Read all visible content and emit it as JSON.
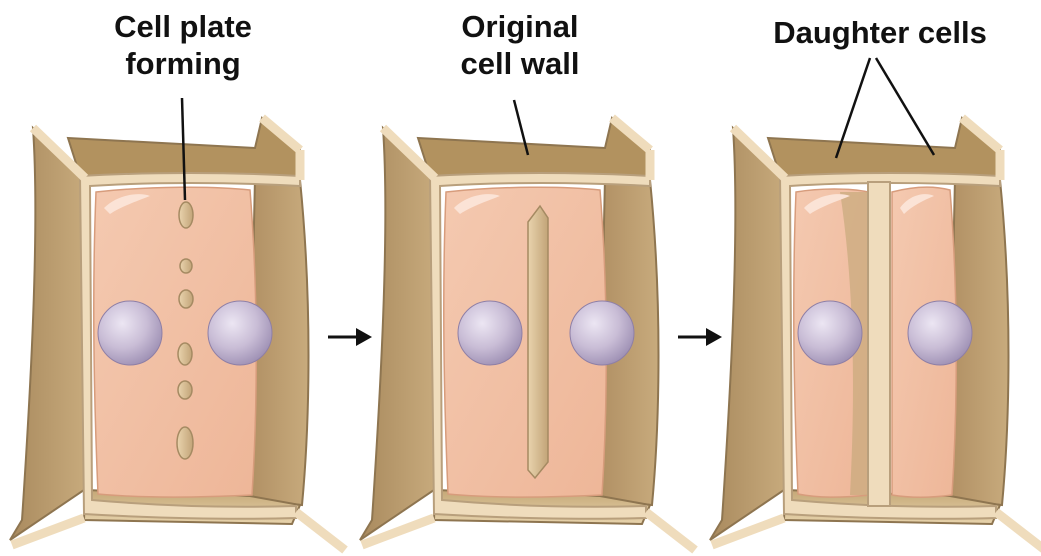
{
  "labels": {
    "cell_plate": {
      "line1": "Cell plate",
      "line2": "forming"
    },
    "original_wall": {
      "line1": "Original",
      "line2": "cell wall"
    },
    "daughter": {
      "line1": "Daughter cells"
    }
  },
  "colors": {
    "wall_light": "#efdcbc",
    "wall_outline": "#b89f7c",
    "wall_dark": "#a98a5e",
    "wall_mid": "#c9ae83",
    "cytoplasm": "#f1bfa4",
    "nucleus": "#c9bdd6",
    "arrow": "#111111"
  }
}
